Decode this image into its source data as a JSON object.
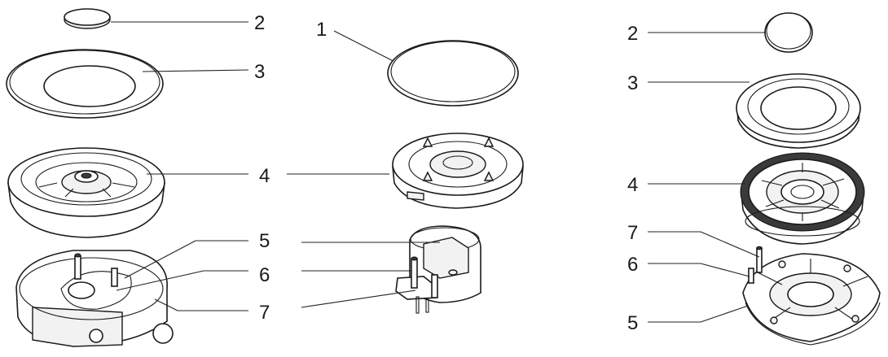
{
  "callouts": {
    "left": {
      "n1": "1",
      "n2": "2",
      "n3": "3",
      "n4": "4",
      "n5": "5",
      "n6": "6",
      "n7": "7"
    },
    "right": {
      "n2": "2",
      "n3": "3",
      "n4": "4",
      "n7": "7",
      "n6": "6",
      "n5": "5"
    }
  },
  "icons": {
    "cap_small": "burner-cap-icon",
    "cap_large": "burner-cap-icon",
    "spreader": "flame-spreader-icon",
    "burner_head": "burner-head-icon",
    "base": "burner-base-icon",
    "electrode": "ignition-electrode-icon",
    "thermocouple": "thermocouple-icon"
  }
}
